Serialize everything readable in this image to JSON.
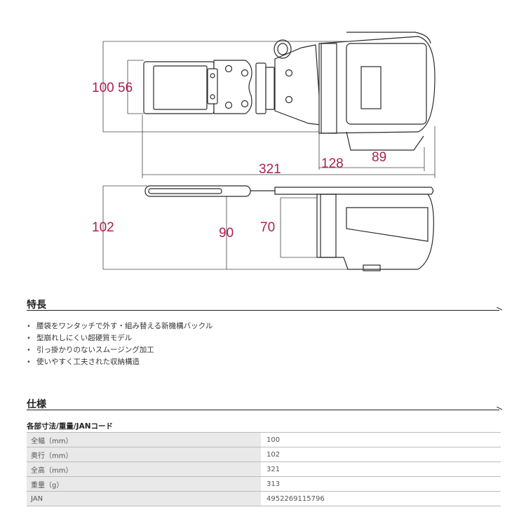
{
  "dimensions": {
    "top_height": "100",
    "buckle_height": "56",
    "total_length": "321",
    "pouch_width": "128",
    "pouch_inner": "89",
    "side_depth": "102",
    "loop_height": "90",
    "pouch_depth": "70"
  },
  "features": {
    "heading": "特長",
    "items": [
      "腰袋をワンタッチで外す・組み替える新機構バックル",
      "型崩れしにくい超硬質モデル",
      "引っ掛かりのないスムージング加工",
      "使いやすく工夫された収納構造"
    ]
  },
  "specs": {
    "heading": "仕様",
    "caption": "各部寸法/重量/JANコード",
    "rows": [
      {
        "label": "全幅（mm）",
        "value": "100"
      },
      {
        "label": "奥行（mm）",
        "value": "102"
      },
      {
        "label": "全高（mm）",
        "value": "321"
      },
      {
        "label": "重量（g）",
        "value": "313"
      },
      {
        "label": "JAN",
        "value": "4952269115796"
      }
    ]
  },
  "colors": {
    "dimension_text": "#a8224f",
    "line_art": "#2a2a2a",
    "table_label_bg": "#e9e9e9"
  }
}
